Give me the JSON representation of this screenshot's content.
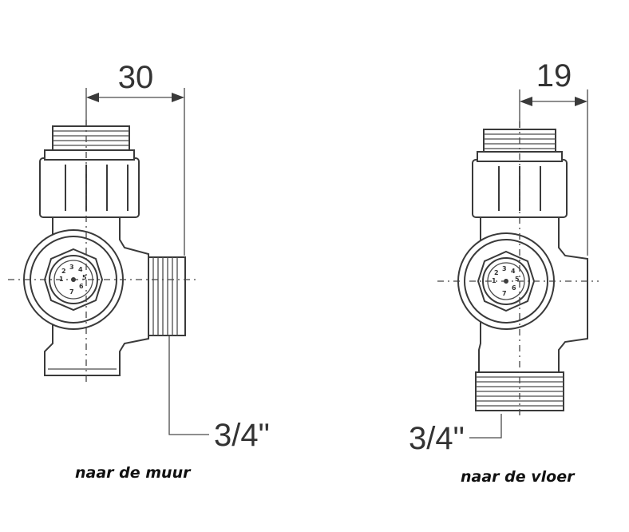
{
  "left_valve": {
    "dimension": "30",
    "thread_label": "3/4\"",
    "caption": "naar de muur"
  },
  "right_valve": {
    "dimension": "19",
    "thread_label": "3/4\"",
    "caption": "naar de vloer"
  },
  "dial_digits": [
    "1",
    "2",
    "3",
    "4",
    "5",
    "6",
    "7"
  ],
  "colors": {
    "line": "#3a3a3a",
    "text": "#333333",
    "background": "#ffffff"
  }
}
